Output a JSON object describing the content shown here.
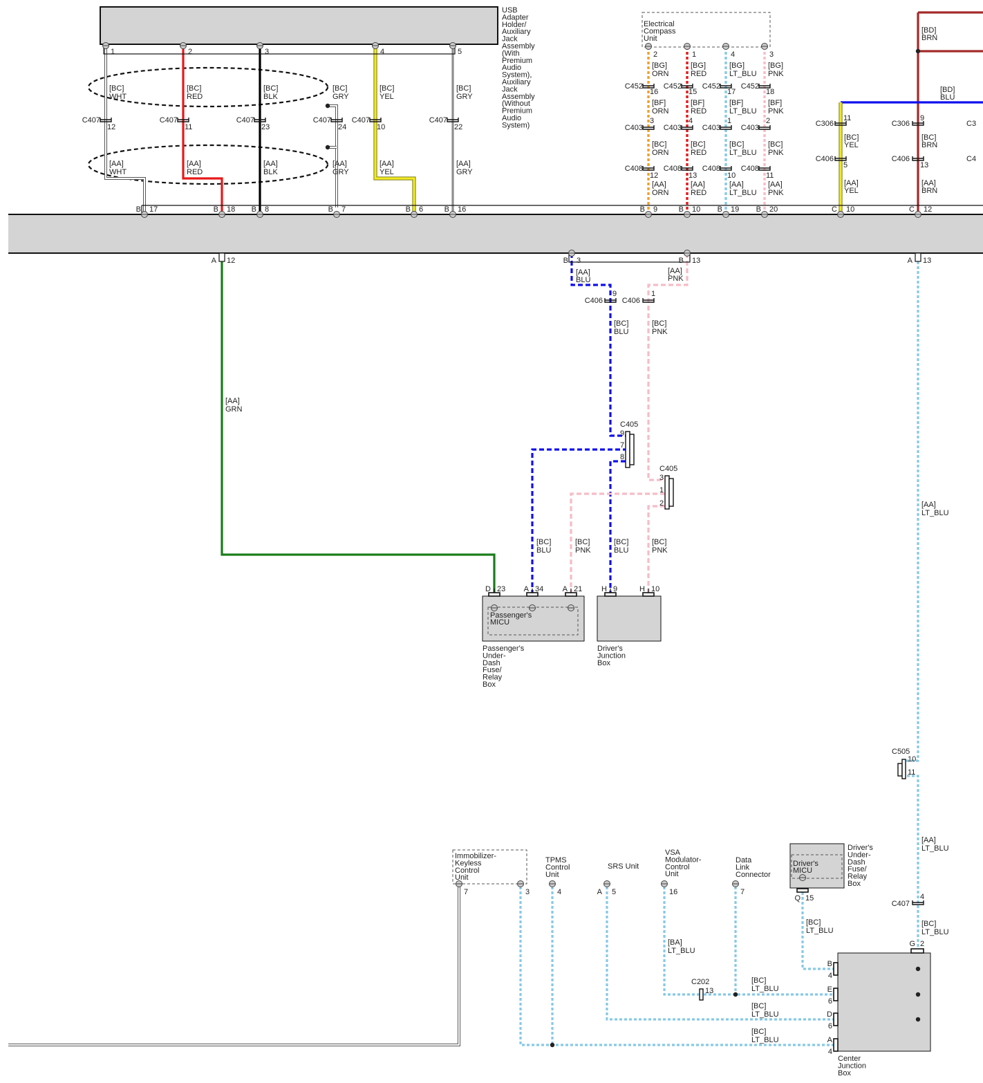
{
  "components": {
    "usb": {
      "lines": [
        "USB",
        "Adapter",
        "Holder/",
        "Auxiliary",
        "Jack",
        "Assembly",
        "(With",
        "Premium",
        "Audio",
        "System),",
        "Auxiliary",
        "Jack",
        "Assembly",
        "(Without",
        "Premium",
        "Audio",
        "System)"
      ],
      "pins": [
        "1",
        "2",
        "3",
        "4",
        "5"
      ]
    },
    "compass": {
      "lines": [
        "Electrical",
        "Compass",
        "Unit"
      ],
      "pins": [
        "2",
        "1",
        "4",
        "3"
      ]
    },
    "passenger_box": {
      "inner_lines": [
        "Passenger's",
        "MICU"
      ],
      "lines": [
        "Passenger's",
        "Under-",
        "Dash",
        "Fuse/",
        "Relay",
        "Box"
      ]
    },
    "driver_junction": {
      "lines": [
        "Driver's",
        "Junction",
        "Box"
      ]
    },
    "immobilizer": {
      "lines": [
        "Immobilizer-",
        "Keyless",
        "Control",
        "Unit"
      ],
      "pins": [
        "7",
        "3"
      ]
    },
    "tpms": {
      "lines": [
        "TPMS",
        "Control",
        "Unit"
      ],
      "pin": "4"
    },
    "srs": {
      "lines": [
        "SRS Unit"
      ],
      "pin_letter": "A",
      "pin": "5"
    },
    "vsa": {
      "lines": [
        "VSA",
        "Modulator-",
        "Control",
        "Unit"
      ],
      "pin": "16"
    },
    "dlc": {
      "lines": [
        "Data",
        "Link",
        "Connector"
      ],
      "pin": "7"
    },
    "driver_micu_box": {
      "inner_lines": [
        "Driver's",
        "MICU"
      ],
      "lines": [
        "Driver's",
        "Under-",
        "Dash",
        "Fuse/",
        "Relay",
        "Box"
      ],
      "pin_letter": "Q",
      "pin": "15"
    },
    "center_junction": {
      "lines": [
        "Center",
        "Junction",
        "Box"
      ],
      "top_pin_letter": "G",
      "top_pin": "2",
      "side_pins": [
        {
          "letter": "B",
          "num": "4"
        },
        {
          "letter": "E",
          "num": "6"
        },
        {
          "letter": "D",
          "num": "6"
        },
        {
          "letter": "A",
          "num": "4"
        }
      ]
    }
  },
  "usb_wires": [
    {
      "upper": [
        "[BC]",
        "WHT"
      ],
      "conn": "C407",
      "pin": "12",
      "lower": [
        "[AA]",
        "WHT"
      ],
      "bottom": [
        "B",
        "17"
      ]
    },
    {
      "upper": [
        "[BC]",
        "RED"
      ],
      "conn": "C407",
      "pin": "11",
      "lower": [
        "[AA]",
        "RED"
      ],
      "bottom": [
        "B",
        "18"
      ]
    },
    {
      "upper": [
        "[BC]",
        "BLK"
      ],
      "conn": "C407",
      "pin": "23",
      "lower": [
        "[AA]",
        "BLK"
      ],
      "bottom": [
        "B",
        "8"
      ]
    },
    {
      "upper": [
        "[BC]",
        "GRY"
      ],
      "conn": "C407",
      "pin": "24",
      "lower": [
        "[AA]",
        "GRY"
      ],
      "bottom": [
        "B",
        "7"
      ]
    },
    {
      "upper": [
        "[BC]",
        "YEL"
      ],
      "conn": "C407",
      "pin": "10",
      "lower": [
        "[AA]",
        "YEL"
      ],
      "bottom": [
        "B",
        "6"
      ]
    },
    {
      "upper": [
        "[BC]",
        "GRY"
      ],
      "conn": "C407",
      "pin": "22",
      "lower": [
        "[AA]",
        "GRY"
      ],
      "bottom": [
        "B",
        "16"
      ]
    }
  ],
  "compass_wires": [
    {
      "w1": [
        "[BG]",
        "ORN"
      ],
      "c1": "C452",
      "p1": "16",
      "w2": [
        "[BF]",
        "ORN"
      ],
      "c2": "C403",
      "p2": "3",
      "w3": [
        "[BC]",
        "ORN"
      ],
      "c3": "C408",
      "p3": "12",
      "w4": [
        "[AA]",
        "ORN"
      ],
      "bottom": [
        "B",
        "9"
      ]
    },
    {
      "w1": [
        "[BG]",
        "RED"
      ],
      "c1": "C452",
      "p1": "15",
      "w2": [
        "[BF]",
        "RED"
      ],
      "c2": "C403",
      "p2": "4",
      "w3": [
        "[BC]",
        "RED"
      ],
      "c3": "C408",
      "p3": "13",
      "w4": [
        "[AA]",
        "RED"
      ],
      "bottom": [
        "B",
        "10"
      ]
    },
    {
      "w1": [
        "[BG]",
        "LT_BLU"
      ],
      "c1": "C452",
      "p1": "17",
      "w2": [
        "[BF]",
        "LT_BLU"
      ],
      "c2": "C403",
      "p2": "1",
      "w3": [
        "[BC]",
        "LT_BLU"
      ],
      "c3": "C408",
      "p3": "10",
      "w4": [
        "[AA]",
        "LT_BLU"
      ],
      "bottom": [
        "B",
        "19"
      ]
    },
    {
      "w1": [
        "[BG]",
        "PNK"
      ],
      "c1": "C452",
      "p1": "18",
      "w2": [
        "[BF]",
        "PNK"
      ],
      "c2": "C403",
      "p2": "2",
      "w3": [
        "[BC]",
        "PNK"
      ],
      "c3": "C408",
      "p3": "11",
      "w4": [
        "[AA]",
        "PNK"
      ],
      "bottom": [
        "B",
        "20"
      ]
    }
  ],
  "right_wires": {
    "yel": {
      "top_conn": "C306",
      "top_pin": "11",
      "mid": [
        "[BC]",
        "YEL"
      ],
      "conn2": "C406",
      "pin2": "5",
      "low": [
        "[AA]",
        "YEL"
      ],
      "bottom": [
        "C",
        "10"
      ]
    },
    "brn": {
      "top": [
        "[BD]",
        "BRN"
      ],
      "top_conn": "C306",
      "top_pin": "9",
      "mid": [
        "[BC]",
        "BRN"
      ],
      "conn2": "C406",
      "pin2": "13",
      "low": [
        "[AA]",
        "BRN"
      ],
      "bottom": [
        "C",
        "12"
      ]
    },
    "blu": [
      "[BD]",
      "BLU"
    ],
    "edge_labels": [
      "C3",
      "C4"
    ]
  },
  "grn_wire": {
    "top": [
      "A",
      "12"
    ],
    "label": [
      "[AA]",
      "GRN"
    ],
    "end": [
      "D",
      "23"
    ]
  },
  "blue_pink": {
    "tops": [
      [
        "B",
        "3"
      ],
      [
        "B",
        "13"
      ]
    ],
    "aa_blu": [
      "[AA]",
      "BLU"
    ],
    "aa_pnk": [
      "[AA]",
      "PNK"
    ],
    "c406_blu": [
      "C406",
      "9"
    ],
    "c406_pnk": [
      "C406",
      "1"
    ],
    "bc_blu": [
      "[BC]",
      "BLU"
    ],
    "bc_pnk": [
      "[BC]",
      "PNK"
    ],
    "c405a": {
      "name": "C405",
      "pins": [
        "9",
        "7",
        "8"
      ]
    },
    "c405b": {
      "name": "C405",
      "pins": [
        "3",
        "1",
        "2"
      ]
    },
    "ends": [
      [
        "A",
        "34"
      ],
      [
        "A",
        "21"
      ],
      [
        "H",
        "9"
      ],
      [
        "H",
        "10"
      ]
    ],
    "low_labels": [
      [
        "[BC]",
        "BLU"
      ],
      [
        "[BC]",
        "PNK"
      ],
      [
        "[BC]",
        "BLU"
      ],
      [
        "[BC]",
        "PNK"
      ]
    ]
  },
  "ltblu_trunk": {
    "top": [
      "A",
      "13"
    ],
    "upper": [
      "[AA]",
      "LT_BLU"
    ],
    "c505": {
      "name": "C505",
      "pins": [
        "10",
        "11"
      ]
    },
    "lower": [
      "[AA]",
      "LT_BLU"
    ],
    "c407": {
      "name": "C407",
      "pin": "4"
    },
    "bottom": [
      "[BC]",
      "LT_BLU"
    ]
  },
  "bottom_wires": {
    "micu": [
      "[BC]",
      "LT_BLU"
    ],
    "vsa": [
      "[BA]",
      "LT_BLU"
    ],
    "c202": {
      "name": "C202",
      "pin": "13"
    },
    "e": [
      "[BC]",
      "LT_BLU"
    ],
    "d": [
      "[BC]",
      "LT_BLU"
    ],
    "a": [
      "[BC]",
      "LT_BLU"
    ]
  },
  "colors": {
    "red": "#e8191a",
    "black": "#000000",
    "yellow": "#f2ea20",
    "gray": "#8e8e8e",
    "orange": "#f0a02a",
    "ltblu": "#86c9e6",
    "pink": "#f6bcc6",
    "green": "#1a7d1a",
    "blue": "#1010ee",
    "brown": "#a52a2a",
    "box": "#d4d4d4"
  }
}
